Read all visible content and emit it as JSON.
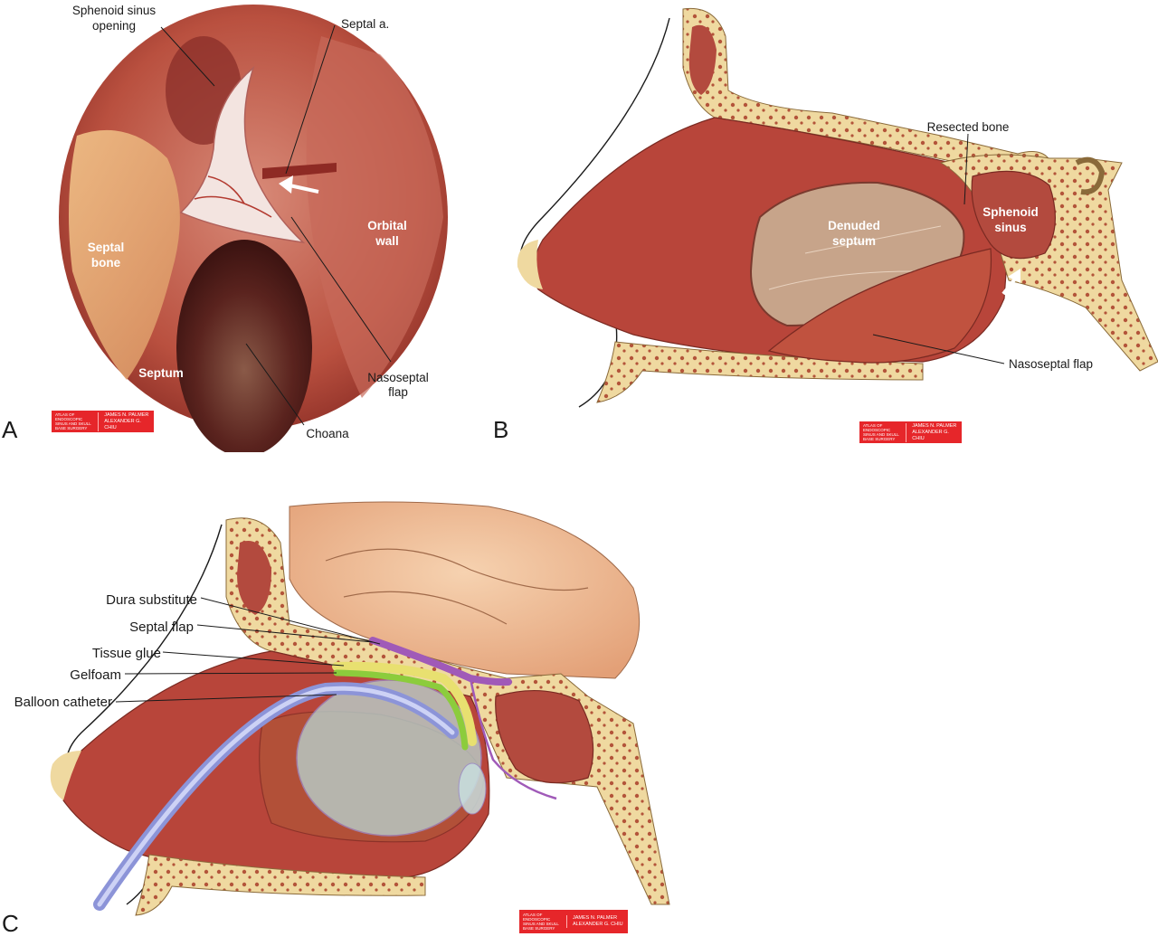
{
  "panels": {
    "a": {
      "letter": "A",
      "labels": {
        "sphenoid_sinus_opening_1": "Sphenoid sinus",
        "sphenoid_sinus_opening_2": "opening",
        "septal_artery": "Septal a.",
        "orbital_wall_1": "Orbital",
        "orbital_wall_2": "wall",
        "septal_bone_1": "Septal",
        "septal_bone_2": "bone",
        "septum": "Septum",
        "nasoseptal_flap_1": "Nasoseptal",
        "nasoseptal_flap_2": "flap",
        "choana": "Choana"
      }
    },
    "b": {
      "letter": "B",
      "labels": {
        "resected_bone": "Resected bone",
        "denuded_septum_1": "Denuded",
        "denuded_septum_2": "septum",
        "sphenoid_sinus_1": "Sphenoid",
        "sphenoid_sinus_2": "sinus",
        "nasoseptal_flap": "Nasoseptal flap"
      }
    },
    "c": {
      "letter": "C",
      "labels": {
        "dura_substitute": "Dura substitute",
        "septal_flap": "Septal flap",
        "tissue_glue": "Tissue glue",
        "gelfoam": "Gelfoam",
        "balloon_catheter": "Balloon catheter"
      }
    }
  },
  "watermark": {
    "left": "ATLAS OF\nENDOSCOPIC\nSINUS AND SKULL\nBASE SURGERY",
    "right": "JAMES N. PALMER\nALEXANDER G. CHIU"
  },
  "colors": {
    "mucosa": "#b8453a",
    "bone": "#efd9a0",
    "flap": "#c0523f",
    "septal_flap": "#a05ab8",
    "tissue_glue": "#e8e070",
    "gelfoam": "#8ccc3c",
    "balloon": "#b8d2cf",
    "catheter": "#8c94d8",
    "watermark": "#e6262a"
  }
}
